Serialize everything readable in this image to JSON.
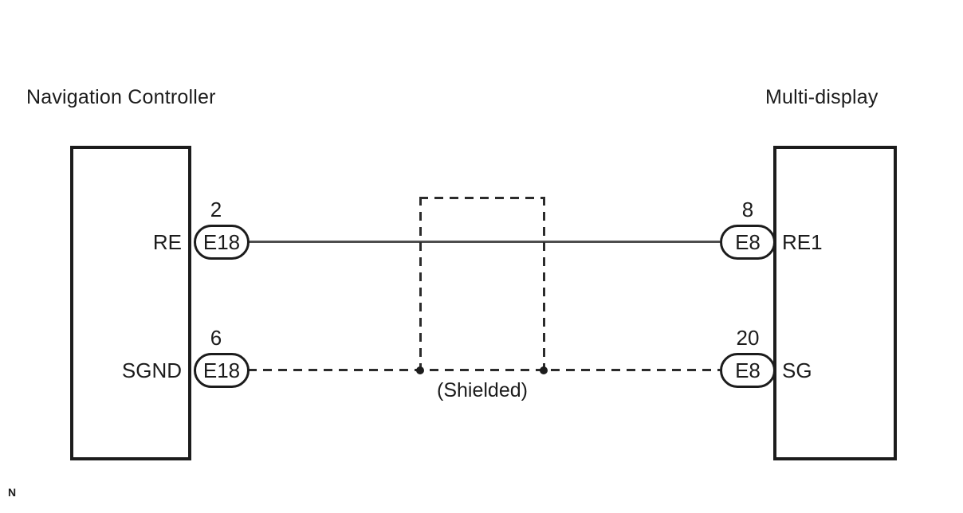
{
  "diagram": {
    "left_component": {
      "title": "Navigation Controller",
      "pins": [
        {
          "number": "2",
          "connector": "E18",
          "signal": "RE"
        },
        {
          "number": "6",
          "connector": "E18",
          "signal": "SGND"
        }
      ]
    },
    "right_component": {
      "title": "Multi-display",
      "pins": [
        {
          "number": "8",
          "connector": "E8",
          "signal": "RE1"
        },
        {
          "number": "20",
          "connector": "E8",
          "signal": "SG"
        }
      ]
    },
    "wires": [
      {
        "from_connector": "E18",
        "from_pin": "2",
        "from_signal": "RE",
        "to_connector": "E8",
        "to_pin": "8",
        "to_signal": "RE1",
        "style": "solid"
      },
      {
        "from_connector": "E18",
        "from_pin": "6",
        "from_signal": "SGND",
        "to_connector": "E8",
        "to_pin": "20",
        "to_signal": "SG",
        "style": "dashed-shield"
      }
    ],
    "shield_label": "(Shielded)",
    "footnote": "N",
    "colors": {
      "ink": "#1c1c1c",
      "wire": "#4d4d4d",
      "dash": "#2b2b2b",
      "background": "#ffffff"
    }
  }
}
